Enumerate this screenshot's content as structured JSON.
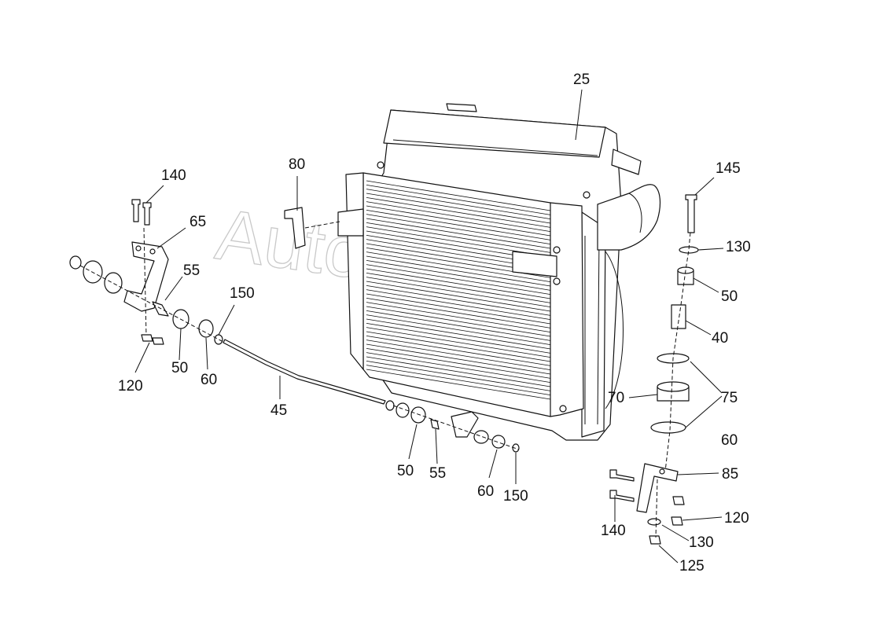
{
  "watermark": "AutoSoft.ru",
  "callouts": [
    {
      "id": "c25",
      "text": "25"
    },
    {
      "id": "c80",
      "text": "80"
    },
    {
      "id": "c140a",
      "text": "140"
    },
    {
      "id": "c65",
      "text": "65"
    },
    {
      "id": "c55a",
      "text": "55"
    },
    {
      "id": "c150a",
      "text": "150"
    },
    {
      "id": "c120a",
      "text": "120"
    },
    {
      "id": "c50a",
      "text": "50"
    },
    {
      "id": "c60a",
      "text": "60"
    },
    {
      "id": "c45",
      "text": "45"
    },
    {
      "id": "c50b",
      "text": "50"
    },
    {
      "id": "c55b",
      "text": "55"
    },
    {
      "id": "c60b",
      "text": "60"
    },
    {
      "id": "c150b",
      "text": "150"
    },
    {
      "id": "c145",
      "text": "145"
    },
    {
      "id": "c130a",
      "text": "130"
    },
    {
      "id": "c50c",
      "text": "50"
    },
    {
      "id": "c40",
      "text": "40"
    },
    {
      "id": "c70",
      "text": "70"
    },
    {
      "id": "c75",
      "text": "75"
    },
    {
      "id": "c60c",
      "text": "60"
    },
    {
      "id": "c85",
      "text": "85"
    },
    {
      "id": "c140b",
      "text": "140"
    },
    {
      "id": "c120b",
      "text": "120"
    },
    {
      "id": "c130b",
      "text": "130"
    },
    {
      "id": "c125",
      "text": "125"
    }
  ]
}
